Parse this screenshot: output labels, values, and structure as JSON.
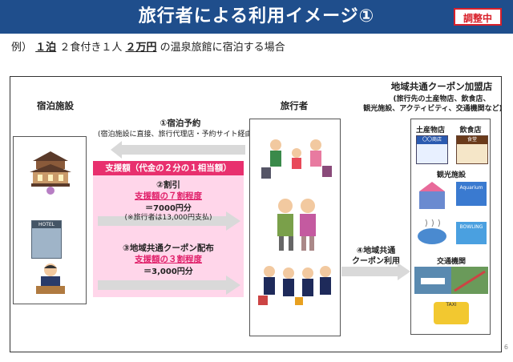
{
  "header": {
    "title": "旅行者による利用イメージ①",
    "badge": "調整中"
  },
  "example": {
    "prefix": "例）",
    "nights": "１泊",
    "mid1": "２食付き１人",
    "price": "２万円",
    "suffix": "の温泉旅館に宿泊する場合"
  },
  "facility": {
    "title": "宿泊施設",
    "hotel_sign": "HOTEL"
  },
  "traveler": {
    "title": "旅行者"
  },
  "stores": {
    "title": "地域共通クーポン加盟店",
    "subtitle_1": "(旅行先の土産物店、飲食店、",
    "subtitle_2": "観光施設、アクティビティ、交通機関など)",
    "souvenir_label": "土産物店",
    "restaurant_label": "飲食店",
    "sightseeing_label": "観光施設",
    "transport_label": "交通機関",
    "shop_sign": "〇〇商店",
    "restaurant_sign": "食堂",
    "aquarium_sign": "Aquarium",
    "bowling_sign": "BOWLING",
    "taxi_sign": "TAXI"
  },
  "flow": {
    "step1_title": "①宿泊予約",
    "step1_note": "(宿泊施設に直接、旅行代理店・予約サイト経由)",
    "support_head": "支援額（代金の２分の１相当額）",
    "step2_title": "②割引",
    "step2_rate": "支援額の７割程度",
    "step2_amount": "＝7000円分",
    "step2_note": "(※旅行者は13,000円支払)",
    "step3_title": "③地域共通クーポン配布",
    "step3_rate": "支援額の３割程度",
    "step3_amount": "＝3,000円分",
    "step4_line1": "④地域共通",
    "step4_line2": "クーポン利用"
  },
  "page_number": "6",
  "colors": {
    "header_bg": "#1f4e8c",
    "accent_red": "#e0206a",
    "support_bg": "#ffd6ea",
    "arrow_gray": "#d9d9d9"
  }
}
